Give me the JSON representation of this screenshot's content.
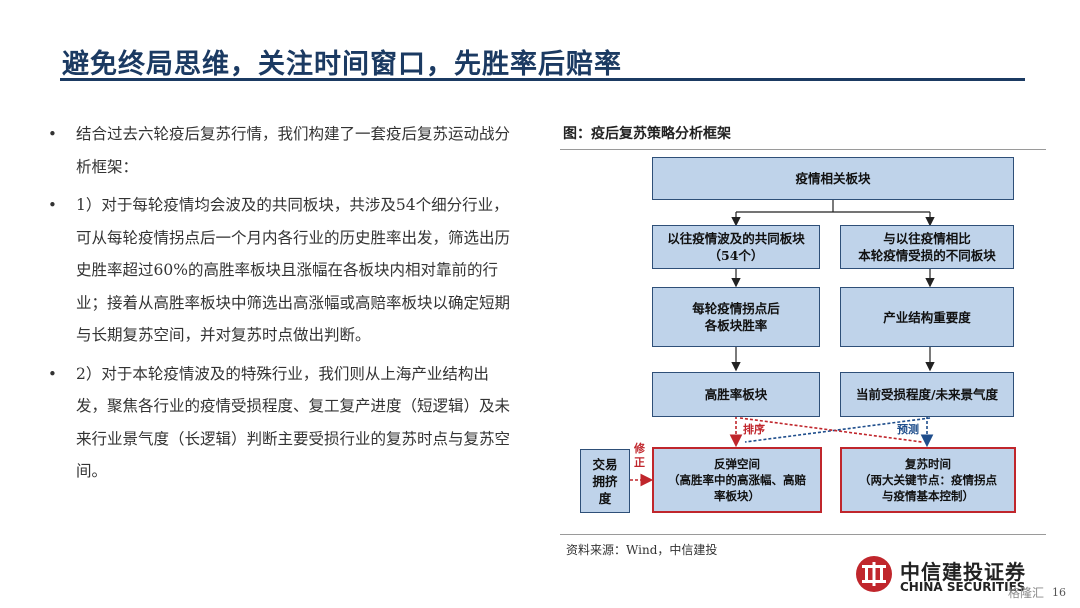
{
  "title": "避免终局思维，关注时间窗口，先胜率后赔率",
  "bullets": [
    "结合过去六轮疫后复苏行情，我们构建了一套疫后复苏运动战分析框架：",
    "1）对于每轮疫情均会波及的共同板块，共涉及54个细分行业，可从每轮疫情拐点后一个月内各行业的历史胜率出发，筛选出历史胜率超过60%的高胜率板块且涨幅在各板块内相对靠前的行业；接着从高胜率板块中筛选出高涨幅或高赔率板块以确定短期与长期复苏空间，并对复苏时点做出判断。",
    "2）对于本轮疫情波及的特殊行业，我们则从上海产业结构出发，聚焦各行业的疫情受损程度、复工复产进度（短逻辑）及未来行业景气度（长逻辑）判断主要受损行业的复苏时点与复苏空间。"
  ],
  "bullet_symbol": "•",
  "figure": {
    "title": "图：疫后复苏策略分析框架",
    "boxes": {
      "top": "疫情相关板块",
      "left1": "以往疫情波及的共同板块\n（54个）",
      "right1": "与以往疫情相比\n本轮疫情受损的不同板块",
      "left2": "每轮疫情拐点后\n各板块胜率",
      "right2": "产业结构重要度",
      "left3": "高胜率板块",
      "right3": "当前受损程度/未来景气度",
      "left4": "反弹空间\n（高胜率中的高涨幅、高赔\n率板块）",
      "right4": "复苏时间\n（两大关键节点：疫情拐点\n与疫情基本控制）",
      "side": "交易\n拥挤\n度"
    },
    "labels": {
      "sort": "排序",
      "predict": "预测",
      "correct": "修\n正"
    },
    "colors": {
      "box_fill": "#bfd3ea",
      "box_border": "#2e4f78",
      "red": "#c0262c",
      "blue": "#1f4e8c"
    }
  },
  "source": "资料来源：Wind，中信建投",
  "logo": {
    "cn": "中信建投证券",
    "en": "CHINA SECURITIES"
  },
  "page_number": "16",
  "watermark": "格隆汇"
}
